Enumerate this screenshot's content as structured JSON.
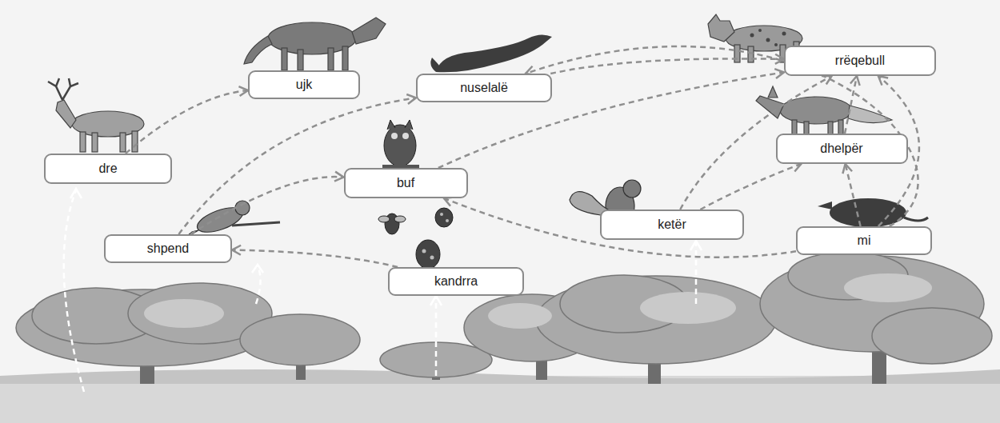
{
  "diagram": {
    "nodes": [
      {
        "text": [
          "ujk"
        ]
      },
      {
        "text": [
          "nuselalë"
        ]
      },
      {
        "text": [
          "rrëqebull"
        ]
      },
      {
        "text": [
          "dre"
        ]
      },
      {
        "text": [
          "dhelpër"
        ]
      },
      {
        "text": [
          "buf"
        ]
      },
      {
        "text": [
          "ketër"
        ]
      },
      {
        "text": [
          "shpend"
        ]
      },
      {
        "text": [
          "mi"
        ]
      },
      {
        "text": [
          "kandrra"
        ]
      }
    ],
    "edges": [
      {
        "from": 3,
        "to": 0,
        "arrow": "to"
      },
      {
        "from": 7,
        "to": 1,
        "arrow": "to"
      },
      {
        "from": 7,
        "to": 5,
        "arrow": "to"
      },
      {
        "from": 1,
        "to": 2,
        "arrow": "to"
      },
      {
        "from": 5,
        "to": 2,
        "arrow": "to"
      },
      {
        "from": 9,
        "to": 7,
        "arrow": "to"
      },
      {
        "from": 8,
        "to": 5,
        "arrow": "to"
      },
      {
        "from": 6,
        "to": 2,
        "arrow": "to"
      },
      {
        "from": 6,
        "to": 4,
        "arrow": "to"
      },
      {
        "from": 8,
        "to": 4,
        "arrow": "to"
      },
      {
        "from": 8,
        "to": 2,
        "arrow": "to"
      },
      {
        "from": 4,
        "to": 2,
        "arrow": "to"
      },
      {
        "from": 8,
        "to": 1,
        "arrow": "to"
      }
    ]
  }
}
